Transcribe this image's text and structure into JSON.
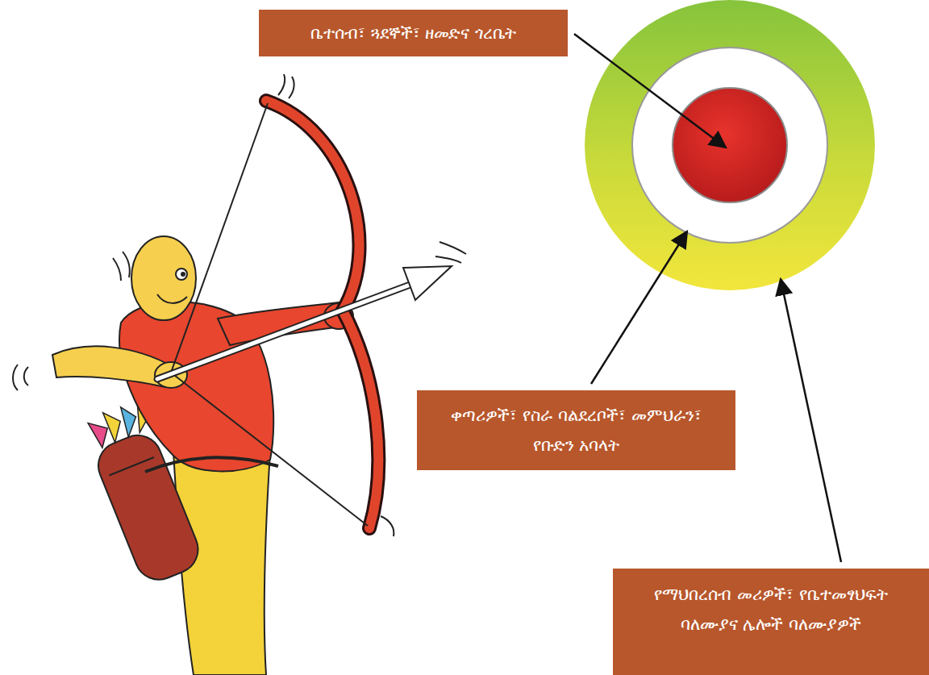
{
  "diagram": {
    "nodes": [
      {
        "text": [
          "ቤተሰብ፣ ጓደኞች፣ ዘመድና ጎረቤት"
        ]
      },
      {
        "text": [
          "ቀጣሪዎች፣ የስራ ባልደረቦች፣ መምህራን፣ የቡድን አባላት"
        ]
      },
      {
        "text": [
          "የማህበረሰብ መሪዎች፣ የቤተመፃህፍት ባለሙያና ሌሎች ባለሙያዎች"
        ]
      }
    ]
  }
}
